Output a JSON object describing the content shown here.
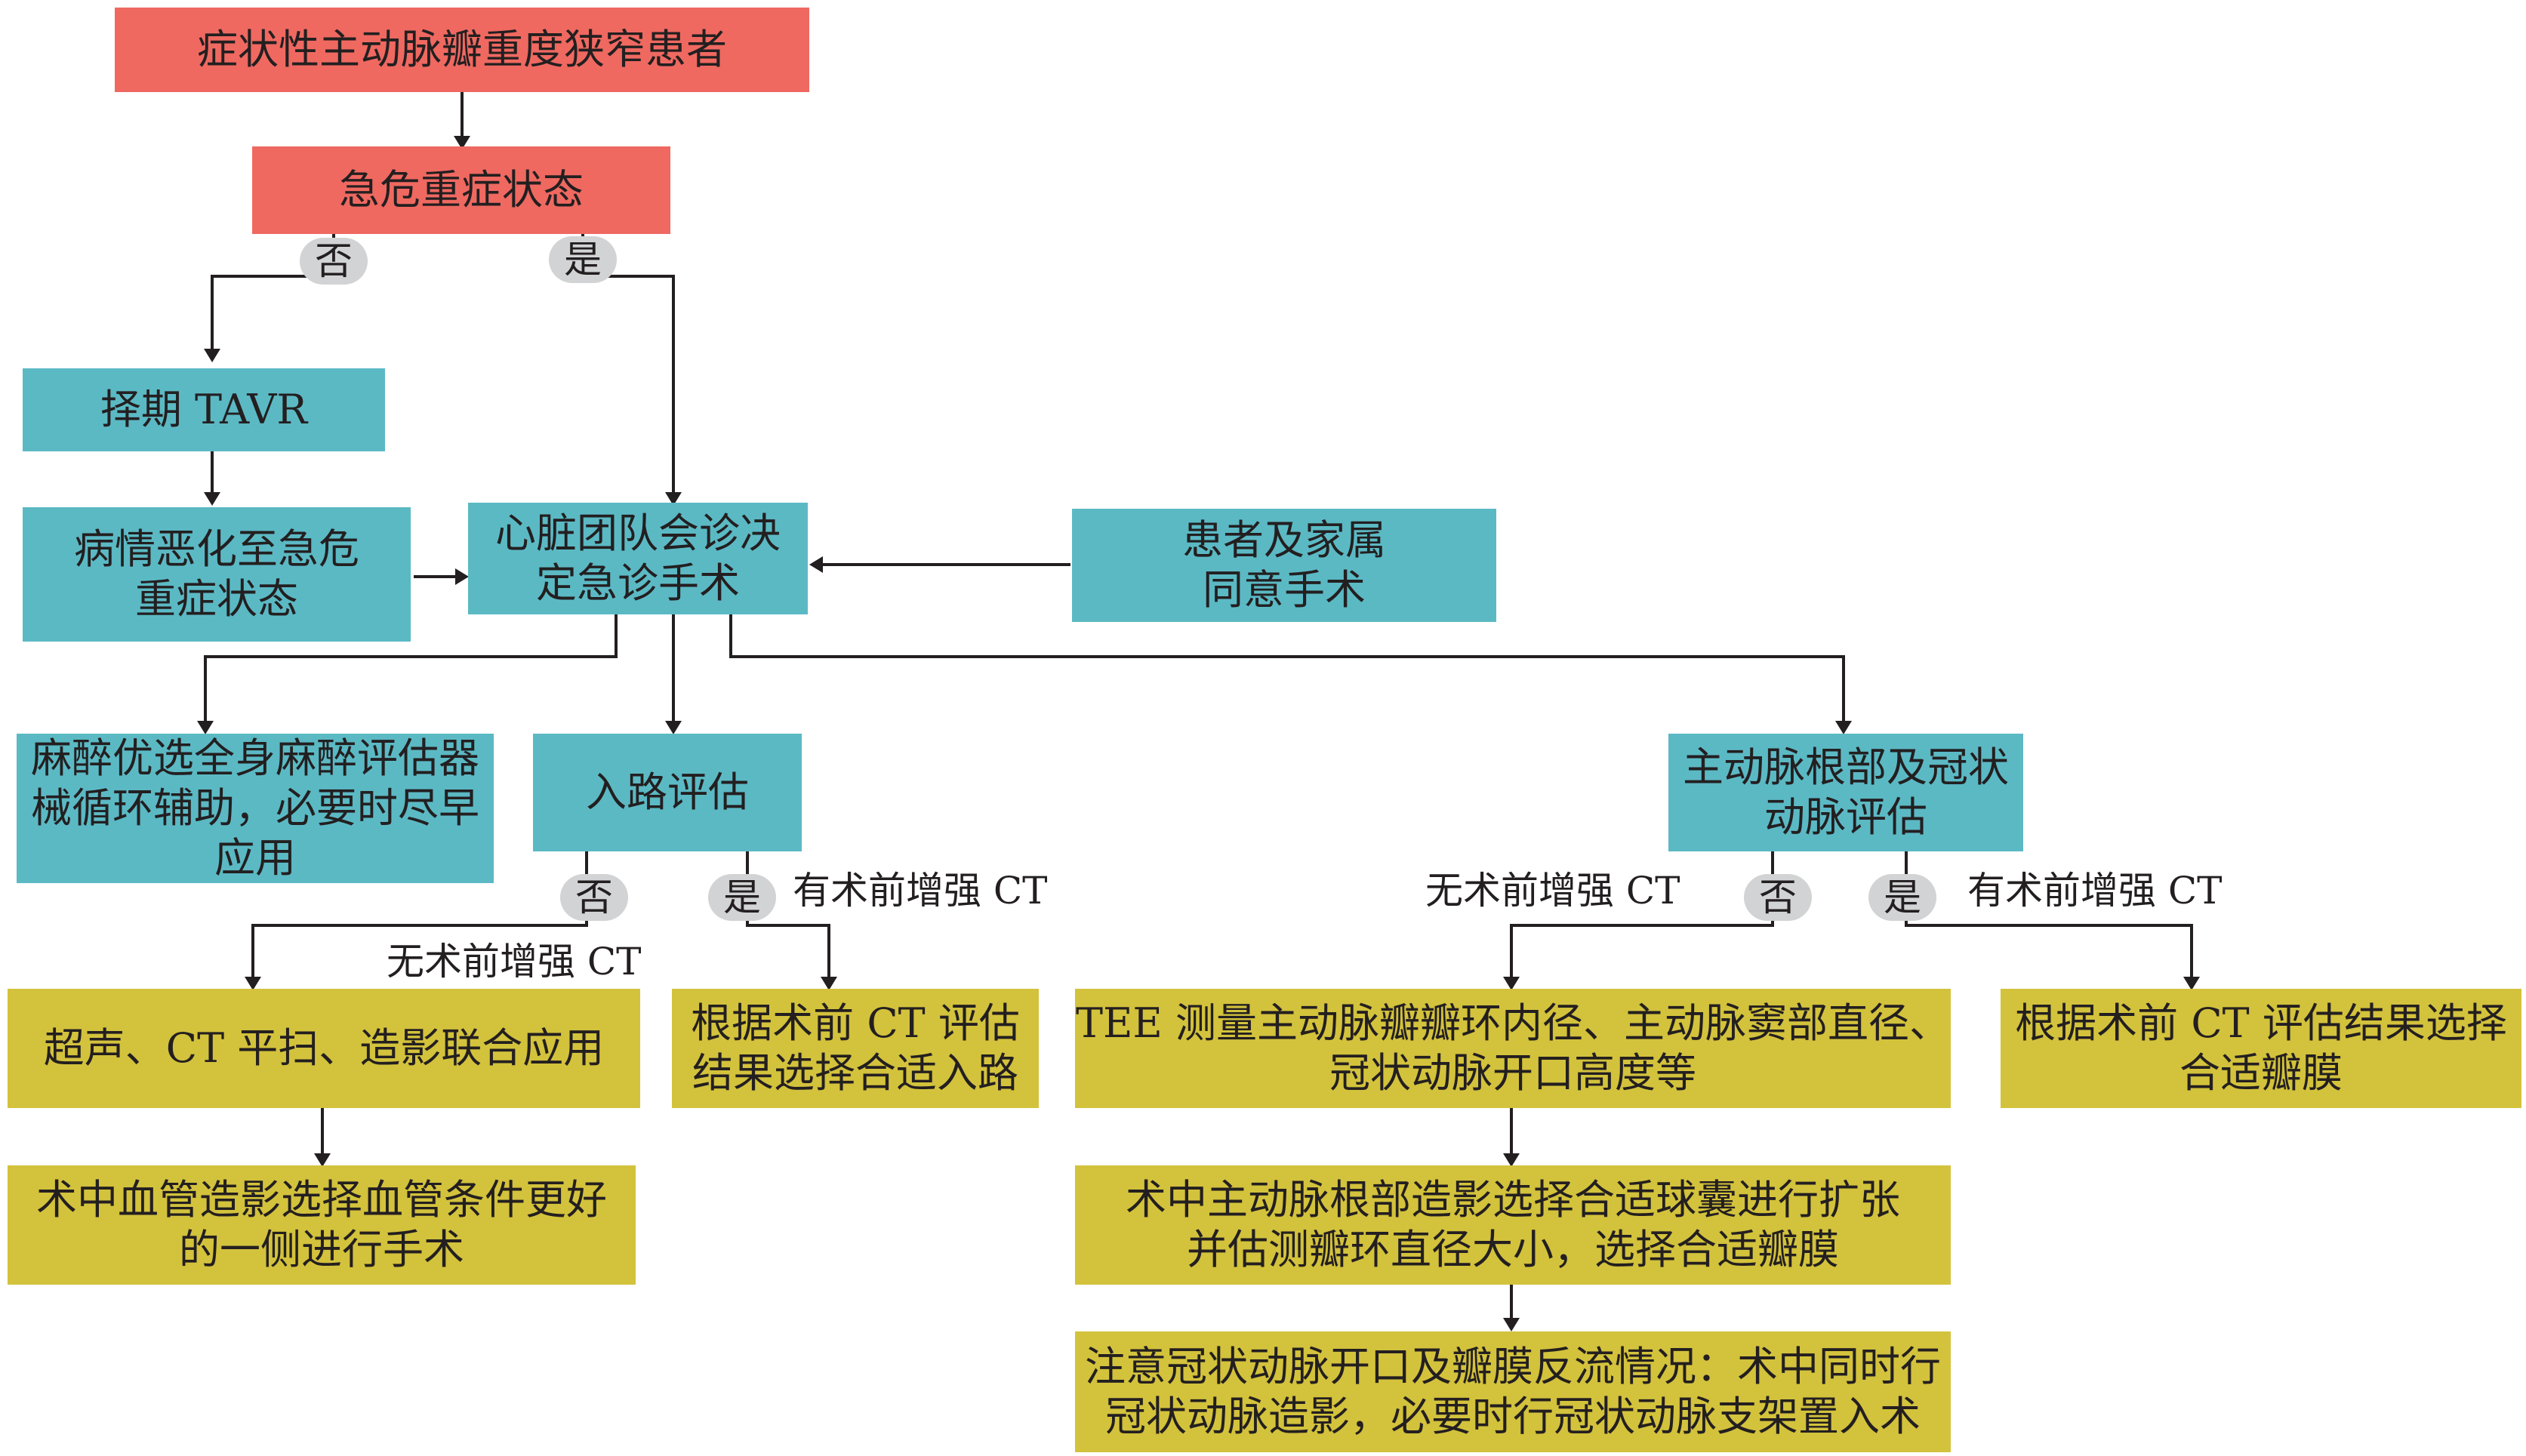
{
  "nodes": {
    "symptomatic_patients": "症状性主动脉瓣重度狭窄患者",
    "critical_state": "急危重症状态",
    "elective_tavr": "择期 TAVR",
    "deterioration": "病情恶化至急危\n重症状态",
    "heart_team": "心脏团队会诊决\n定急诊手术",
    "family_consent": "患者及家属\n同意手术",
    "anesthesia": "麻醉优选全身麻醉评估器\n械循环辅助，必要时尽早\n应用",
    "access_eval": "入路评估",
    "root_coronary_eval": "主动脉根部及冠状\n动脉评估",
    "ultrasound_ct_combo": "超声、CT 平扫、造影联合应用",
    "ct_select_access": "根据术前 CT 评估\n结果选择合适入路",
    "tee_measure": "TEE 测量主动脉瓣瓣环内径、主动脉窦部直径、\n冠状动脉开口高度等",
    "ct_select_valve": "根据术前 CT 评估结果选择\n合适瓣膜",
    "intraop_angio_side": "术中血管造影选择血管条件更好\n的一侧进行手术",
    "root_angio_balloon": "术中主动脉根部造影选择合适球囊进行扩张\n并估测瓣环直径大小，选择合适瓣膜",
    "coronary_attention": "注意冠状动脉开口及瓣膜反流情况：术中同时行\n冠状动脉造影，必要时行冠状动脉支架置入术"
  },
  "branch_labels": {
    "no": "否",
    "yes": "是"
  },
  "notes": {
    "without_ct": "无术前增强 CT",
    "with_ct": "有术前增强 CT"
  },
  "colors": {
    "red": "#ef6961",
    "teal": "#5bb9c4",
    "olive": "#d3c23c",
    "badge": "#d2d3d4",
    "line": "#231f20"
  }
}
